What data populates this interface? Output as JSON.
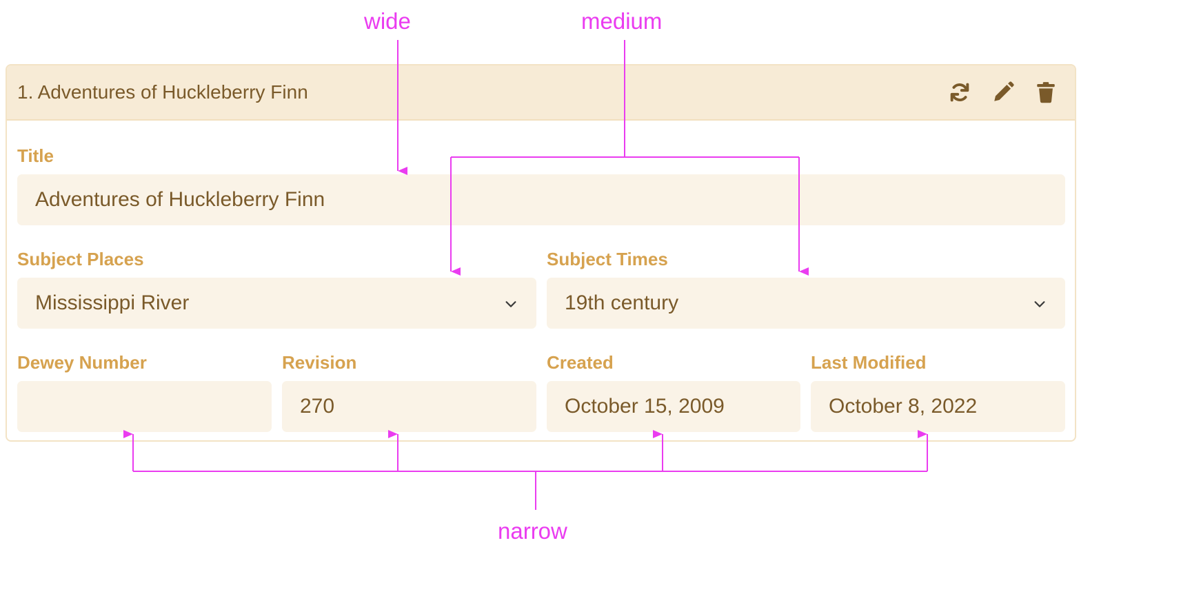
{
  "card": {
    "title": "1. Adventures of Huckleberry Finn",
    "icons": [
      "sync-icon",
      "edit-pencil-icon",
      "trash-icon"
    ]
  },
  "fields": {
    "title": {
      "label": "Title",
      "value": "Adventures of Huckleberry Finn"
    },
    "subject_places": {
      "label": "Subject Places",
      "value": "Mississippi River"
    },
    "subject_times": {
      "label": "Subject Times",
      "value": "19th century"
    },
    "dewey_number": {
      "label": "Dewey Number",
      "value": ""
    },
    "revision": {
      "label": "Revision",
      "value": "270"
    },
    "created": {
      "label": "Created",
      "value": "October 15, 2009"
    },
    "last_modified": {
      "label": "Last Modified",
      "value": "October 8, 2022"
    }
  },
  "annotations": {
    "wide": "wide",
    "medium": "medium",
    "narrow": "narrow"
  },
  "colors": {
    "accent_label": "#d6a24f",
    "text": "#7a5a2a",
    "header_bg": "#f7ebd6",
    "field_bg": "#faf3e7",
    "annotation": "#ea3cf0"
  }
}
